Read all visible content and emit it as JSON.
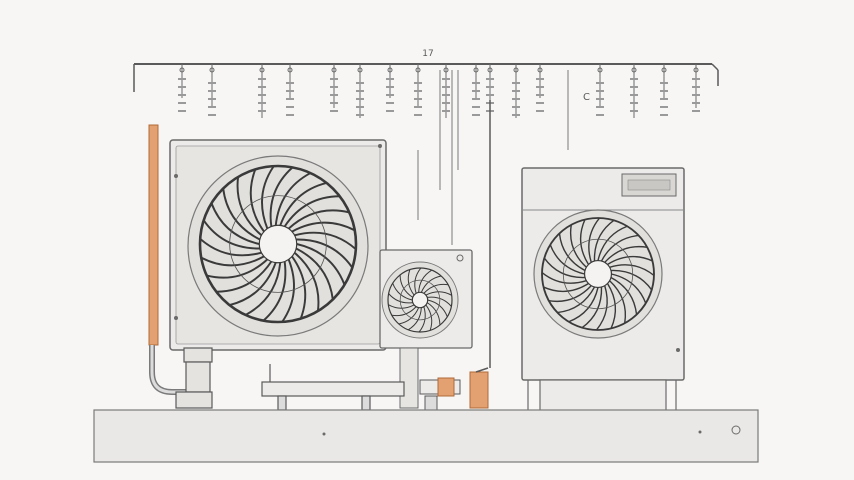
{
  "diagram": {
    "top_mark": "17",
    "side_label": "C",
    "colors": {
      "background": "#f7f6f5",
      "line": "#5a5a5a",
      "unit_body": "#ecebe9",
      "unit_face": "#e3e2df",
      "fan_blade": "#3a3a3a",
      "copper_pipe": "#e3a070",
      "base": "#e9e8e6"
    },
    "components": [
      {
        "name": "large-outdoor-condenser",
        "icon": "fan-icon"
      },
      {
        "name": "small-condenser",
        "icon": "fan-icon"
      },
      {
        "name": "indoor-air-handler",
        "icon": "fan-icon"
      },
      {
        "name": "refrigerant-line",
        "icon": "pipe-icon"
      },
      {
        "name": "mounting-base",
        "icon": "base-icon"
      }
    ]
  }
}
